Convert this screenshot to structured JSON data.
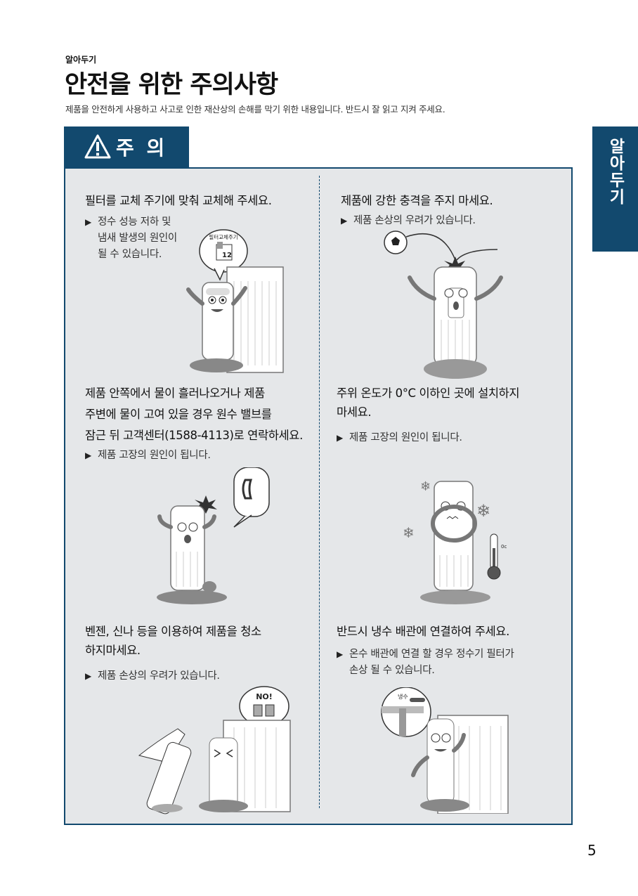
{
  "header": {
    "kicker": "알아두기",
    "title": "안전을 위한 주의사항",
    "subtitle": "제품을 안전하게 사용하고 사고로 인한 재산상의 손해를 막기 위한 내용입니다. 반드시 잘 읽고 지켜 주세요."
  },
  "side_tab": {
    "label": "알아두기",
    "color": "#12496e"
  },
  "caution": {
    "label": "주 의",
    "icon": "warning-triangle-icon"
  },
  "items": [
    {
      "heading": [
        "필터를 교체 주기에 맞춰 교체해 주세요."
      ],
      "bullet": [
        "정수 성능 저하 및",
        "냄새 발생의 원인이",
        "될 수 있습니다."
      ],
      "art_label": "필터교체주기",
      "art_number": "12"
    },
    {
      "heading": [
        "제품에 강한 충격을 주지 마세요."
      ],
      "bullet": [
        "제품 손상의 우려가 있습니다."
      ]
    },
    {
      "heading": [
        "제품 안쪽에서 물이 흘러나오거나 제품",
        "주변에 물이 고여 있을 경우 원수 밸브를",
        "잠근 뒤 고객센터(1588-4113)로 연락하세요."
      ],
      "bullet": [
        "제품 고장의 원인이 됩니다."
      ]
    },
    {
      "heading": [
        "주위 온도가 0°C 이하인 곳에  설치하지",
        "마세요."
      ],
      "bullet": [
        "제품 고장의 원인이 됩니다."
      ],
      "art_label": "0c"
    },
    {
      "heading": [
        "벤젠, 신나 등을 이용하여 제품을 청소",
        "하지마세요."
      ],
      "bullet": [
        "제품 손상의 우려가 있습니다."
      ],
      "art_label": "NO!"
    },
    {
      "heading": [
        "반드시 냉수 배관에 연결하여 주세요."
      ],
      "bullet": [
        "온수 배관에 연결 할 경우 정수기 필터가",
        "손상 될 수 있습니다."
      ],
      "art_label": "냉수"
    }
  ],
  "page_number": "5",
  "colors": {
    "accent": "#12496e",
    "panel_bg": "#e5e7e9"
  }
}
